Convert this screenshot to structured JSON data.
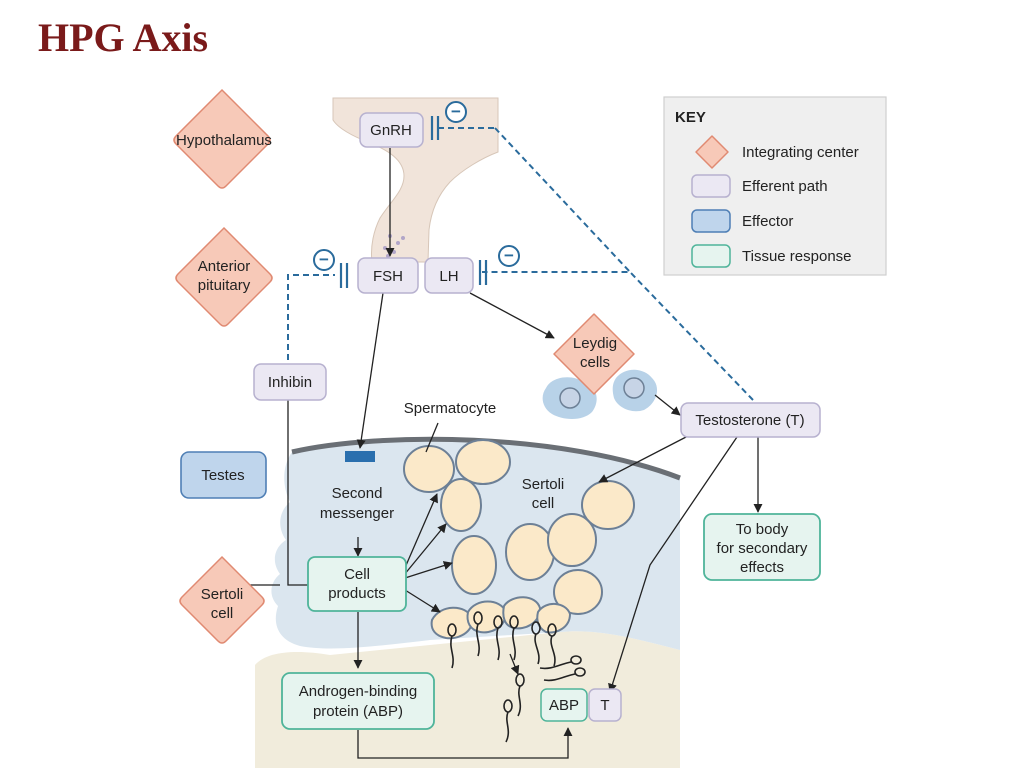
{
  "title": "HPG Axis",
  "key": {
    "title": "KEY",
    "items": [
      {
        "label": "Integrating center",
        "swatch": "integrating-center"
      },
      {
        "label": "Efferent path",
        "swatch": "efferent-path"
      },
      {
        "label": "Effector",
        "swatch": "effector"
      },
      {
        "label": "Tissue response",
        "swatch": "tissue-response"
      }
    ]
  },
  "labels": {
    "hypothalamus": "Hypothalamus",
    "anterior_pituitary": [
      "Anterior",
      "pituitary"
    ],
    "testes": "Testes",
    "sertoli_cell_side": [
      "Sertoli",
      "cell"
    ],
    "gnrh": "GnRH",
    "fsh": "FSH",
    "lh": "LH",
    "leydig_cells": [
      "Leydig",
      "cells"
    ],
    "inhibin": "Inhibin",
    "testosterone": "Testosterone (T)",
    "spermatocyte": "Spermatocyte",
    "second_messenger": [
      "Second",
      "messenger"
    ],
    "sertoli_cell_inner": [
      "Sertoli",
      "cell"
    ],
    "cell_products": [
      "Cell",
      "products"
    ],
    "to_body": [
      "To body",
      "for secondary",
      "effects"
    ],
    "abp_box": [
      "Androgen-binding",
      "protein (ABP)"
    ],
    "abp": "ABP",
    "t": "T",
    "inhibit_symbol": "−"
  },
  "colors": {
    "title": "#7a1a1a",
    "integrating_fill": "#f7c9b8",
    "integrating_stroke": "#e08a72",
    "efferent_fill": "#ebe8f3",
    "efferent_stroke": "#b7b1cf",
    "effector_fill": "#bfd5ec",
    "effector_stroke": "#4f7fb5",
    "tissue_fill": "#e6f4ef",
    "tissue_stroke": "#4fb49a",
    "testis_fill": "#dbe6ef",
    "cell_fill": "#fbe9c9",
    "cell_stroke": "#6d8096",
    "lumen_fill": "#f1ecdc",
    "brain_fill": "#f1e4da",
    "dashed_line": "#2a6b9c",
    "receptor": "#2a6fae"
  }
}
